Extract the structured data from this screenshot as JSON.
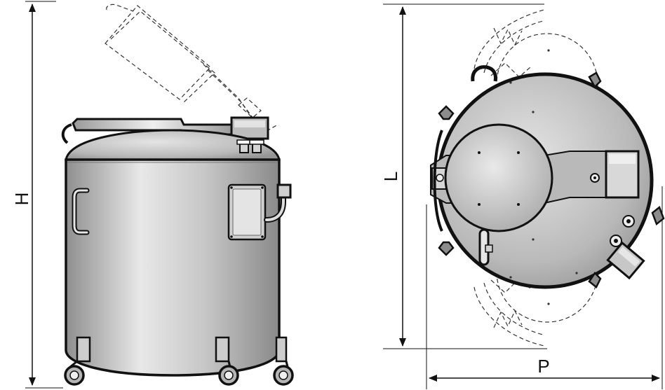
{
  "dimensions": {
    "height_label": "H",
    "length_label": "L",
    "depth_label": "P"
  },
  "colors": {
    "outline": "#111111",
    "dashed": "#333333",
    "body_light": "#ececec",
    "body_mid": "#bdbdbd",
    "body_dark": "#8c8c8c"
  }
}
